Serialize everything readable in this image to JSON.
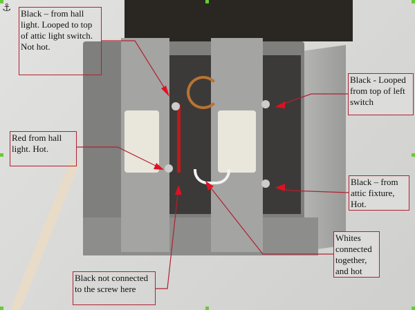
{
  "image": {
    "description_icons": {
      "anchor": "anchor-icon"
    },
    "callouts": [
      {
        "text": "Black – from hall light. Looped to top of attic light switch. Not hot."
      },
      {
        "text": "Red from hall light. Hot."
      },
      {
        "text": "Black not connected to the screw here"
      },
      {
        "text": "Black - Looped from top of left switch"
      },
      {
        "text": "Black – from attic fixture, Hot."
      },
      {
        "text": "Whites connected together, and hot"
      }
    ],
    "colors": {
      "callout_border": "#b02030",
      "arrow": "#e01020",
      "handle": "#66cc33"
    }
  }
}
